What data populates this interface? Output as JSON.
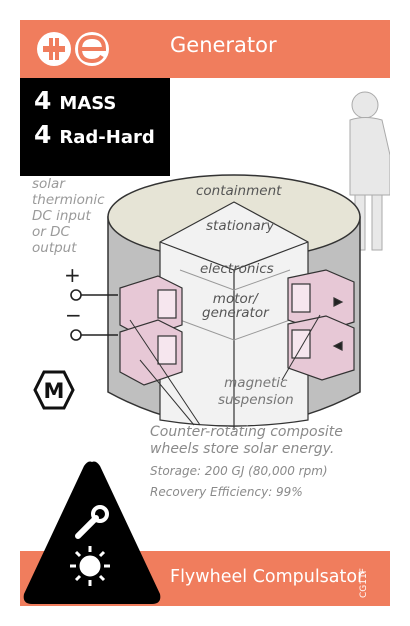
{
  "card": {
    "title": "Generator",
    "stats": [
      {
        "value": "4",
        "label": "MASS"
      },
      {
        "value": "4",
        "label": "Rad-Hard"
      }
    ],
    "left_note": [
      "solar",
      "thermionic",
      "DC input",
      "or DC",
      "output"
    ],
    "terminals": [
      "+",
      "−"
    ],
    "labels": {
      "containment": "containment",
      "stationary": "stationary",
      "electronics": "electronics",
      "motor": [
        "motor/",
        "generator"
      ],
      "magnetic": [
        "magnetic",
        "suspension"
      ]
    },
    "description": [
      "Counter-rotating composite",
      "wheels store solar energy."
    ],
    "specs": [
      "Storage: 200 GJ (80,000 rpm)",
      "Recovery Efficiency: 99%"
    ],
    "badge": "M",
    "footer_name": "Flywheel Compulsator",
    "code": "CG11F",
    "icons": [
      "logo-icon",
      "wrench-icon",
      "sun-icon",
      "astronaut-icon"
    ],
    "colors": {
      "accent": "#f07d5d",
      "stat_bg": "#000000",
      "text_muted": "#8a8a8a"
    }
  }
}
